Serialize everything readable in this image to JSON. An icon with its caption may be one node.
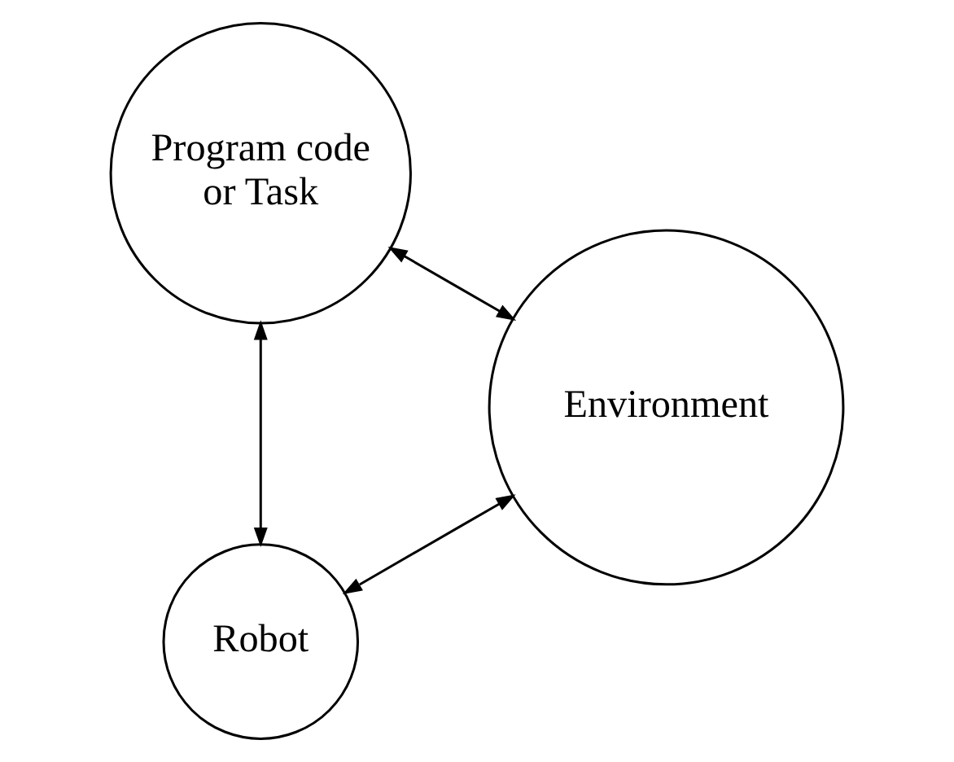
{
  "diagram": {
    "nodes": [
      {
        "text": [
          "Robot"
        ]
      },
      {
        "text": [
          "Program code or Task"
        ]
      },
      {
        "text": [
          "Environment"
        ]
      }
    ],
    "edges": [
      {
        "from": 0,
        "to": 1,
        "arrow": "both"
      },
      {
        "from": 0,
        "to": 2,
        "arrow": "both"
      },
      {
        "from": 2,
        "to": 1,
        "arrow": "both"
      }
    ]
  }
}
